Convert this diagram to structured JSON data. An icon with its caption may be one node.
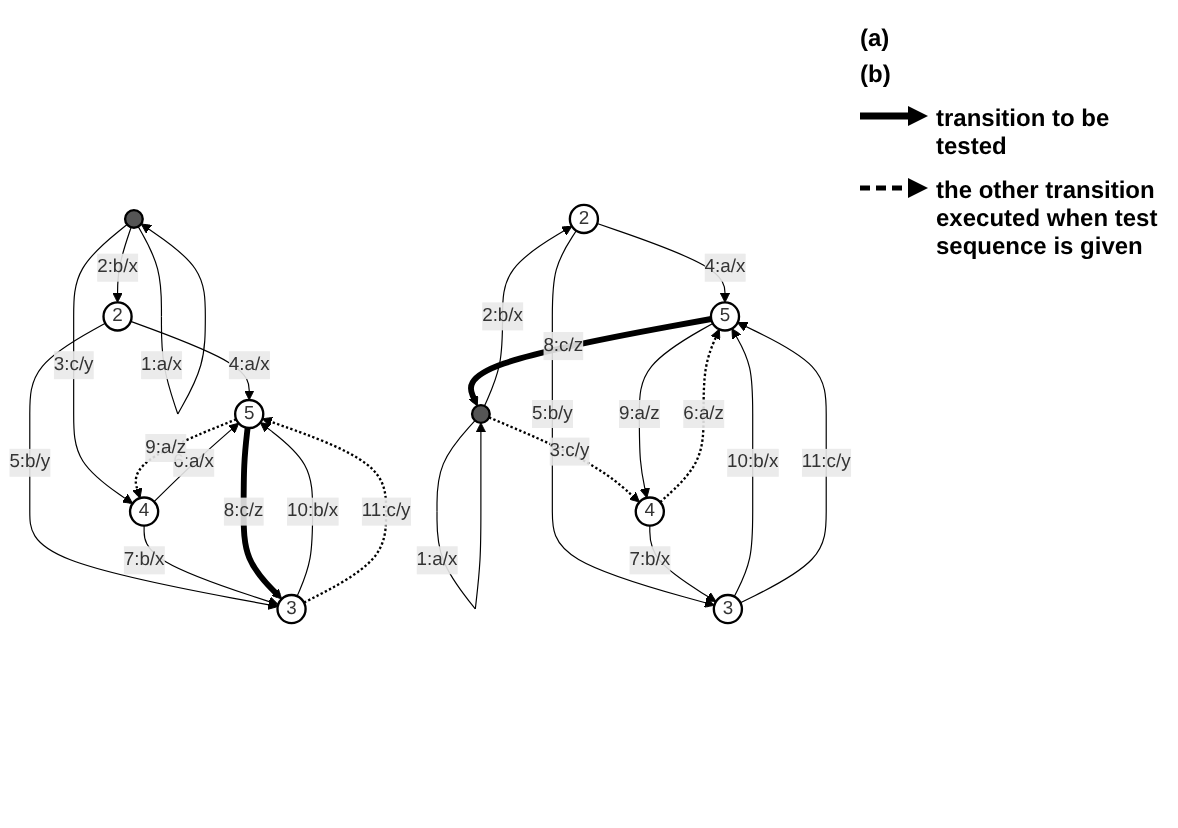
{
  "diagram": {
    "nodes": [
      {
        "text": [
          "2"
        ]
      },
      {
        "text": [
          "3"
        ]
      },
      {
        "text": [
          "5"
        ]
      },
      {
        "text": [],
        "shape": "circle"
      },
      {
        "text": [
          "4"
        ]
      },
      {
        "text": [
          "2"
        ]
      },
      {
        "text": [
          "3"
        ]
      },
      {
        "text": [
          "5"
        ]
      },
      {
        "text": [],
        "shape": "circle"
      },
      {
        "text": [
          "4"
        ]
      }
    ],
    "edges": [
      {
        "from": 3,
        "to": 3,
        "label": "1:a/x",
        "arrow": "to"
      },
      {
        "from": 3,
        "to": 0,
        "label": "2:b/x",
        "arrow": "to"
      },
      {
        "from": 3,
        "to": 4,
        "label": "3:c/y",
        "arrow": "to"
      },
      {
        "from": 0,
        "to": 2,
        "label": "4:a/x",
        "arrow": "to"
      },
      {
        "from": 0,
        "to": 1,
        "label": "5:b/y",
        "arrow": "to"
      },
      {
        "from": 4,
        "to": 2,
        "label": "6:a/x",
        "arrow": "to"
      },
      {
        "from": 4,
        "to": 1,
        "label": "7:b/x",
        "arrow": "to"
      },
      {
        "from": 2,
        "to": 1,
        "label": "8:c/z",
        "arrow": "to",
        "style": "thick"
      },
      {
        "from": 2,
        "to": 4,
        "label": "9:a/z",
        "arrow": "to",
        "style": "dashed"
      },
      {
        "from": 1,
        "to": 2,
        "label": "10:b/x",
        "arrow": "to"
      },
      {
        "from": 1,
        "to": 2,
        "label": "11:c/y",
        "arrow": "to",
        "style": "dashed"
      },
      {
        "from": 8,
        "to": 8,
        "label": "1:a/x",
        "arrow": "to"
      },
      {
        "from": 8,
        "to": 5,
        "label": "2:b/x",
        "arrow": "to"
      },
      {
        "from": 8,
        "to": 9,
        "label": "3:c/y",
        "arrow": "to",
        "style": "dashed"
      },
      {
        "from": 5,
        "to": 7,
        "label": "4:a/x",
        "arrow": "to"
      },
      {
        "from": 5,
        "to": 6,
        "label": "5:b/y",
        "arrow": "to"
      },
      {
        "from": 9,
        "to": 7,
        "label": "6:a/z",
        "arrow": "to",
        "style": "dashed"
      },
      {
        "from": 9,
        "to": 6,
        "label": "7:b/x",
        "arrow": "to"
      },
      {
        "from": 7,
        "to": 8,
        "label": "8:c/z",
        "arrow": "to",
        "style": "thick"
      },
      {
        "from": 7,
        "to": 9,
        "label": "9:a/z",
        "arrow": "to"
      },
      {
        "from": 6,
        "to": 7,
        "label": "10:b/x",
        "arrow": "to"
      },
      {
        "from": 6,
        "to": 7,
        "label": "11:c/y",
        "arrow": "to"
      }
    ],
    "labels": [
      "(a)",
      "(b)"
    ],
    "legend": [
      {
        "text": "transition to be tested"
      },
      {
        "text": "the other transition executed when test sequence is given"
      }
    ]
  }
}
